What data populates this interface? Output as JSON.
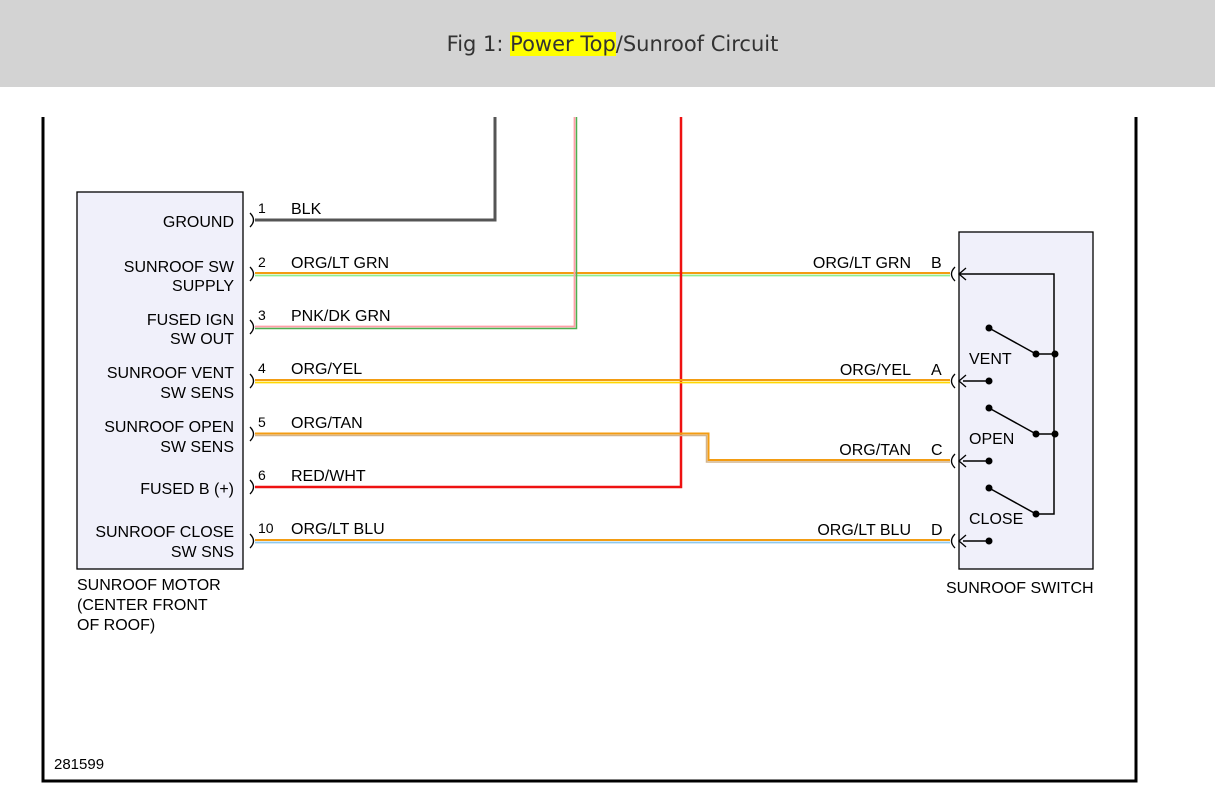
{
  "caption": {
    "prefix": "Fig 1: ",
    "highlight": "Power Top",
    "suffix": "/Sunroof Circuit"
  },
  "figure_id": "281599",
  "motor": {
    "name_lines": [
      "SUNROOF MOTOR",
      "(CENTER FRONT",
      "OF ROOF)"
    ],
    "pins": [
      {
        "pin": "1",
        "label_lines": [
          "GROUND"
        ],
        "wire": "BLK"
      },
      {
        "pin": "2",
        "label_lines": [
          "SUNROOF SW",
          "SUPPLY"
        ],
        "wire": "ORG/LT GRN"
      },
      {
        "pin": "3",
        "label_lines": [
          "FUSED IGN",
          "SW OUT"
        ],
        "wire": "PNK/DK GRN"
      },
      {
        "pin": "4",
        "label_lines": [
          "SUNROOF VENT",
          "SW SENS"
        ],
        "wire": "ORG/YEL"
      },
      {
        "pin": "5",
        "label_lines": [
          "SUNROOF OPEN",
          "SW SENS"
        ],
        "wire": "ORG/TAN"
      },
      {
        "pin": "6",
        "label_lines": [
          "FUSED B (+)"
        ],
        "wire": "RED/WHT"
      },
      {
        "pin": "10",
        "label_lines": [
          "SUNROOF CLOSE",
          "SW SNS"
        ],
        "wire": "ORG/LT BLU"
      }
    ]
  },
  "switch": {
    "name": "SUNROOF SWITCH",
    "pins": [
      {
        "pin": "B",
        "wire": "ORG/LT GRN"
      },
      {
        "pin": "A",
        "wire": "ORG/YEL"
      },
      {
        "pin": "C",
        "wire": "ORG/TAN"
      },
      {
        "pin": "D",
        "wire": "ORG/LT BLU"
      }
    ],
    "positions": [
      "VENT",
      "OPEN",
      "CLOSE"
    ]
  },
  "colors": {
    "blk": "#555555",
    "org": "#f39c12",
    "yel": "#ffd700",
    "ltgrn": "#90ee90",
    "pnk": "#ff9ea8",
    "dkgrn": "#4caf50",
    "tan": "#d2b48c",
    "red": "#ee1111",
    "ltblu": "#8ec9ee"
  }
}
